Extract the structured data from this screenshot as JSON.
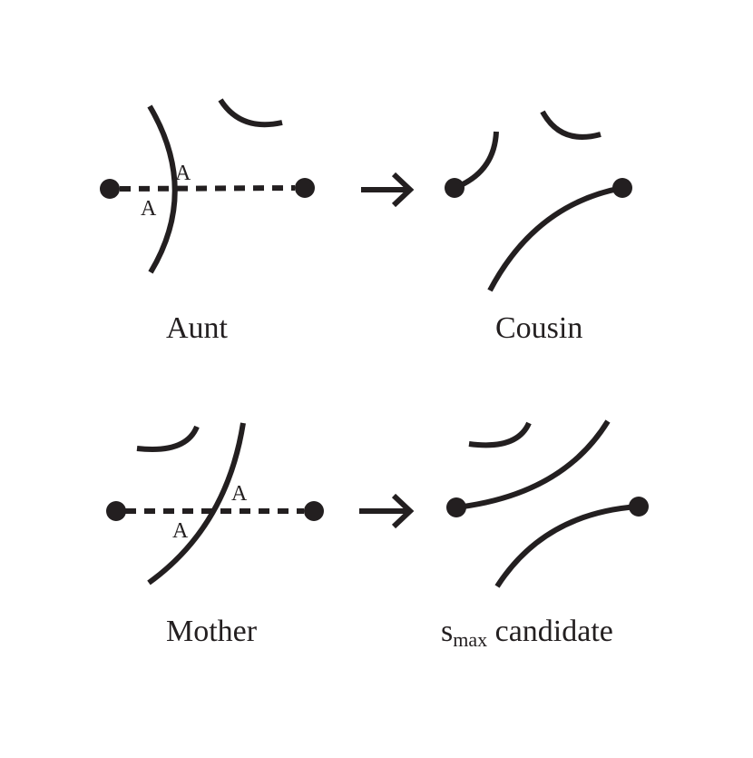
{
  "colors": {
    "ink": "#231f20",
    "background": "#ffffff"
  },
  "panels": {
    "aunt": {
      "caption": "Aunt",
      "mark_top": "A",
      "mark_bottom": "A"
    },
    "cousin": {
      "caption": "Cousin"
    },
    "mother": {
      "caption": "Mother",
      "mark_top": "A",
      "mark_bottom": "A"
    },
    "smax": {
      "caption_base": "s",
      "caption_sub": "max",
      "caption_rest": " candidate"
    }
  },
  "icons": {
    "transition": "right-arrow-icon"
  }
}
